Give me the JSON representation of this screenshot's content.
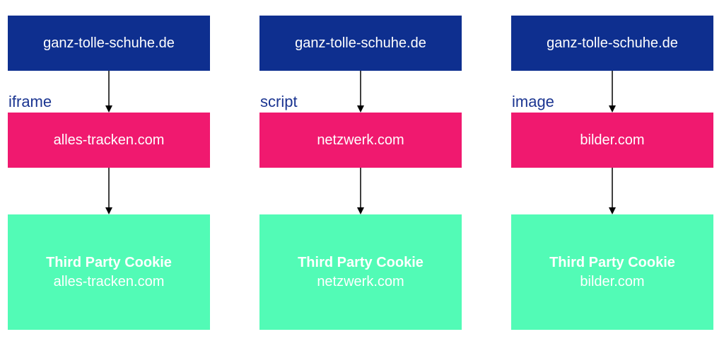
{
  "columns": [
    {
      "site": "ganz-tolle-schuhe.de",
      "embed_type": "iframe",
      "tracker": "alles-tracken.com",
      "cookie_title": "Third Party Cookie",
      "cookie_domain": "alles-tracken.com"
    },
    {
      "site": "ganz-tolle-schuhe.de",
      "embed_type": "script",
      "tracker": "netzwerk.com",
      "cookie_title": "Third Party Cookie",
      "cookie_domain": "netzwerk.com"
    },
    {
      "site": "ganz-tolle-schuhe.de",
      "embed_type": "image",
      "tracker": "bilder.com",
      "cookie_title": "Third Party Cookie",
      "cookie_domain": "bilder.com"
    }
  ],
  "colors": {
    "site_box": "#0e2f8f",
    "tracker_box": "#f0196f",
    "cookie_box": "#52fbb6",
    "label_text": "#1b3591",
    "arrow": "#000000"
  }
}
